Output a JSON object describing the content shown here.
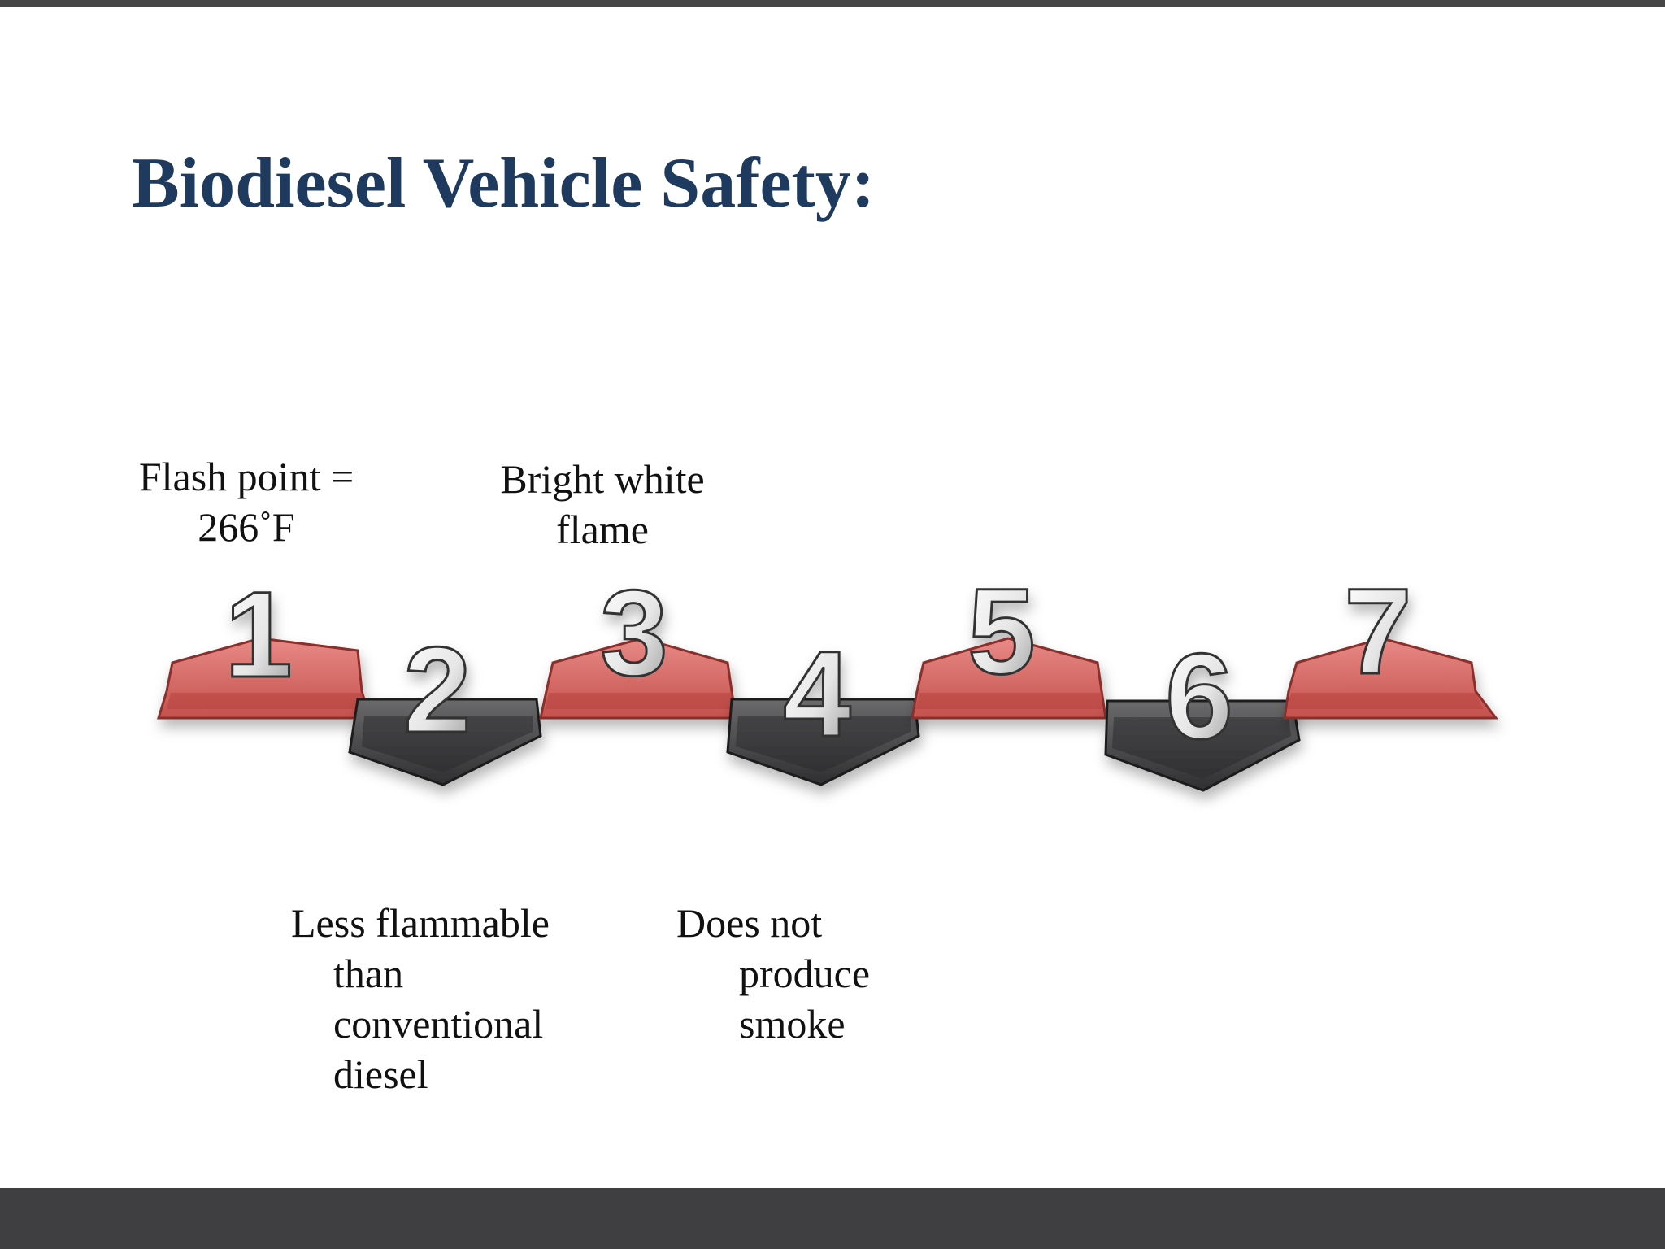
{
  "slide": {
    "title": "Biodiesel Vehicle Safety:"
  },
  "steps": [
    {
      "number": "1",
      "position": "up",
      "color": "#d6625f"
    },
    {
      "number": "2",
      "position": "down",
      "color": "#4a4a4c"
    },
    {
      "number": "3",
      "position": "up",
      "color": "#d6625f"
    },
    {
      "number": "4",
      "position": "down",
      "color": "#4a4a4c"
    },
    {
      "number": "5",
      "position": "up",
      "color": "#d6625f"
    },
    {
      "number": "6",
      "position": "down",
      "color": "#4a4a4c"
    },
    {
      "number": "7",
      "position": "up",
      "color": "#d6625f"
    }
  ],
  "labels": {
    "step1": [
      "Flash point =",
      "266˚F"
    ],
    "step3": [
      "Bright white",
      "flame"
    ],
    "step2": [
      "Less flammable",
      "than",
      "conventional",
      "diesel"
    ],
    "step4": [
      "Does not",
      "produce",
      "smoke"
    ]
  },
  "colors": {
    "title": "#1f3a5f",
    "red_step": "#d6625f",
    "dark_step": "#4a4a4c",
    "bars": "#3f3f41"
  }
}
